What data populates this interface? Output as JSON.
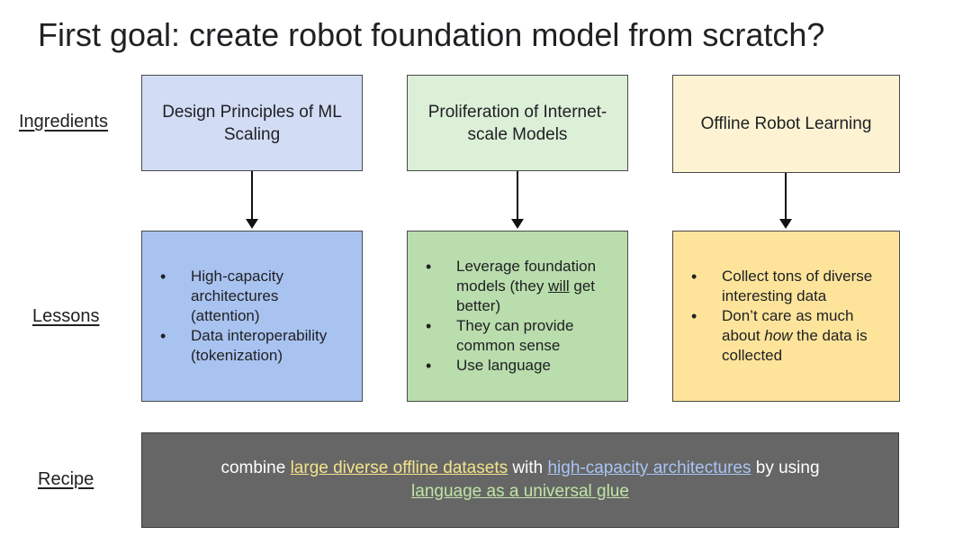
{
  "title": "First goal: create robot foundation model from scratch?",
  "row_labels": {
    "ingredients": "Ingredients",
    "lessons": "Lessons",
    "recipe": "Recipe"
  },
  "ingredients": [
    {
      "label": "Design Principles of ML Scaling",
      "color": "#d2dcf5"
    },
    {
      "label": "Proliferation of Internet-scale Models",
      "color": "#dcefd7"
    },
    {
      "label": "Offline Robot Learning",
      "color": "#fdf3d2"
    }
  ],
  "lessons": [
    {
      "color": "#a9c3f0",
      "items": [
        "High-capacity architectures (attention)",
        "Data interoperability (tokenization)"
      ]
    },
    {
      "color": "#b9ddac",
      "items": [
        {
          "before": "Leverage foundation models (they ",
          "underlined": "will",
          "after": " get better)"
        },
        "They can provide common sense",
        "Use language"
      ]
    },
    {
      "color": "#fde49a",
      "items": [
        "Collect tons of diverse interesting data",
        {
          "before": "Don’t care as much about ",
          "italic": "how",
          "after": " the data is collected"
        }
      ]
    }
  ],
  "recipe": {
    "prefix": "combine ",
    "datasets": "large diverse offline datasets",
    "mid1": " with ",
    "architectures": "high-capacity architectures",
    "mid2": " by using ",
    "glue": "language as a universal glue",
    "background": "#666666"
  }
}
